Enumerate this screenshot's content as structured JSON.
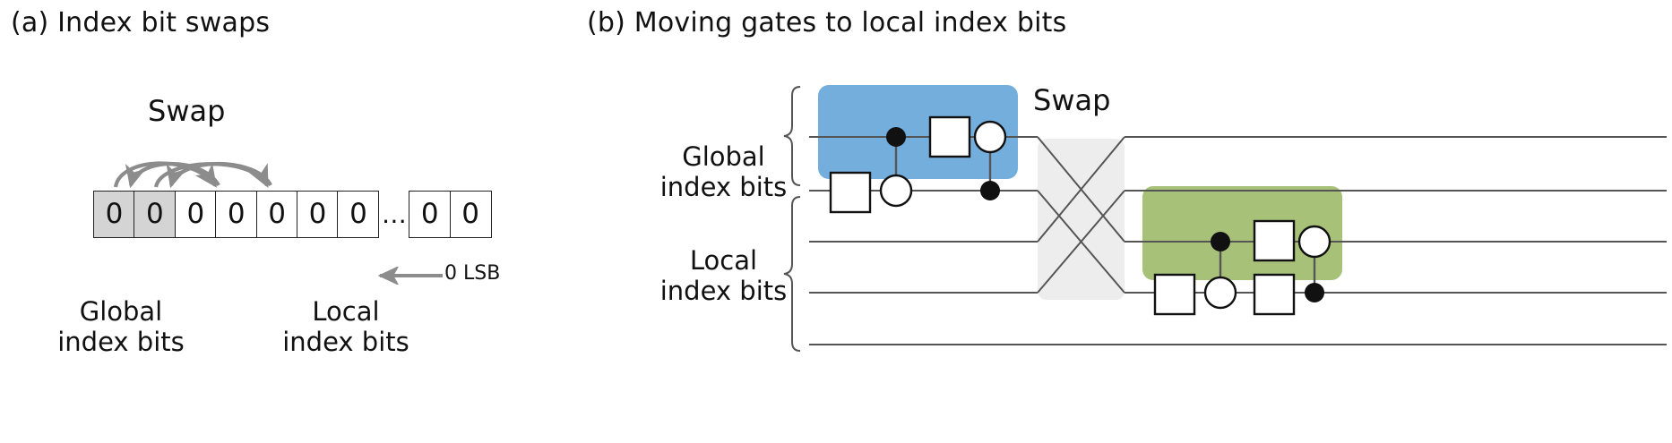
{
  "figure": {
    "panel_a": {
      "title": "(a) Index bit swaps",
      "swap_label": "Swap",
      "bits": [
        "0",
        "0",
        "0",
        "0",
        "0",
        "0",
        "0"
      ],
      "bits_tail": [
        "0",
        "0"
      ],
      "ellipsis": "…",
      "shaded_bit_count": 2,
      "lsb_label": "0 LSB",
      "caption_global_line1": "Global",
      "caption_global_line2": "index bits",
      "caption_local_line1": "Local",
      "caption_local_line2": "index bits",
      "swap_arrow_color": "#8c8c8c",
      "shaded_bit_color": "#d4d4d4"
    },
    "panel_b": {
      "title": "(b) Moving gates to local index bits",
      "swap_label": "Swap",
      "global_label_line1": "Global",
      "global_label_line2": "index bits",
      "local_label_line1": "Local",
      "local_label_line2": "index bits",
      "blue_block_color": "#74aedd",
      "green_block_color": "#a7c179",
      "swap_block_color": "#ededed",
      "wire_color": "#555555",
      "wire_count": 5,
      "blue_block_gates": [
        {
          "type": "box-gate",
          "wire": 2
        },
        {
          "type": "controlled-gate",
          "control_wire": 1,
          "control": "filled-dot",
          "target_wire": 2,
          "target": "open-circle"
        },
        {
          "type": "box-gate",
          "wire": 1
        },
        {
          "type": "controlled-gate",
          "control_wire": 2,
          "control": "filled-dot",
          "target_wire": 1,
          "target": "open-circle"
        }
      ],
      "green_block_gates": [
        {
          "type": "box-gate",
          "wire": 4
        },
        {
          "type": "controlled-gate",
          "control_wire": 3,
          "control": "filled-dot",
          "target_wire": 4,
          "target": "open-circle"
        },
        {
          "type": "box-gate",
          "wire": 3
        },
        {
          "type": "box-gate",
          "wire": 4
        },
        {
          "type": "controlled-gate",
          "control_wire": 4,
          "control": "filled-dot",
          "target_wire": 3,
          "target": "open-circle"
        }
      ],
      "swap_pairs": [
        [
          1,
          3
        ],
        [
          2,
          4
        ]
      ]
    }
  }
}
